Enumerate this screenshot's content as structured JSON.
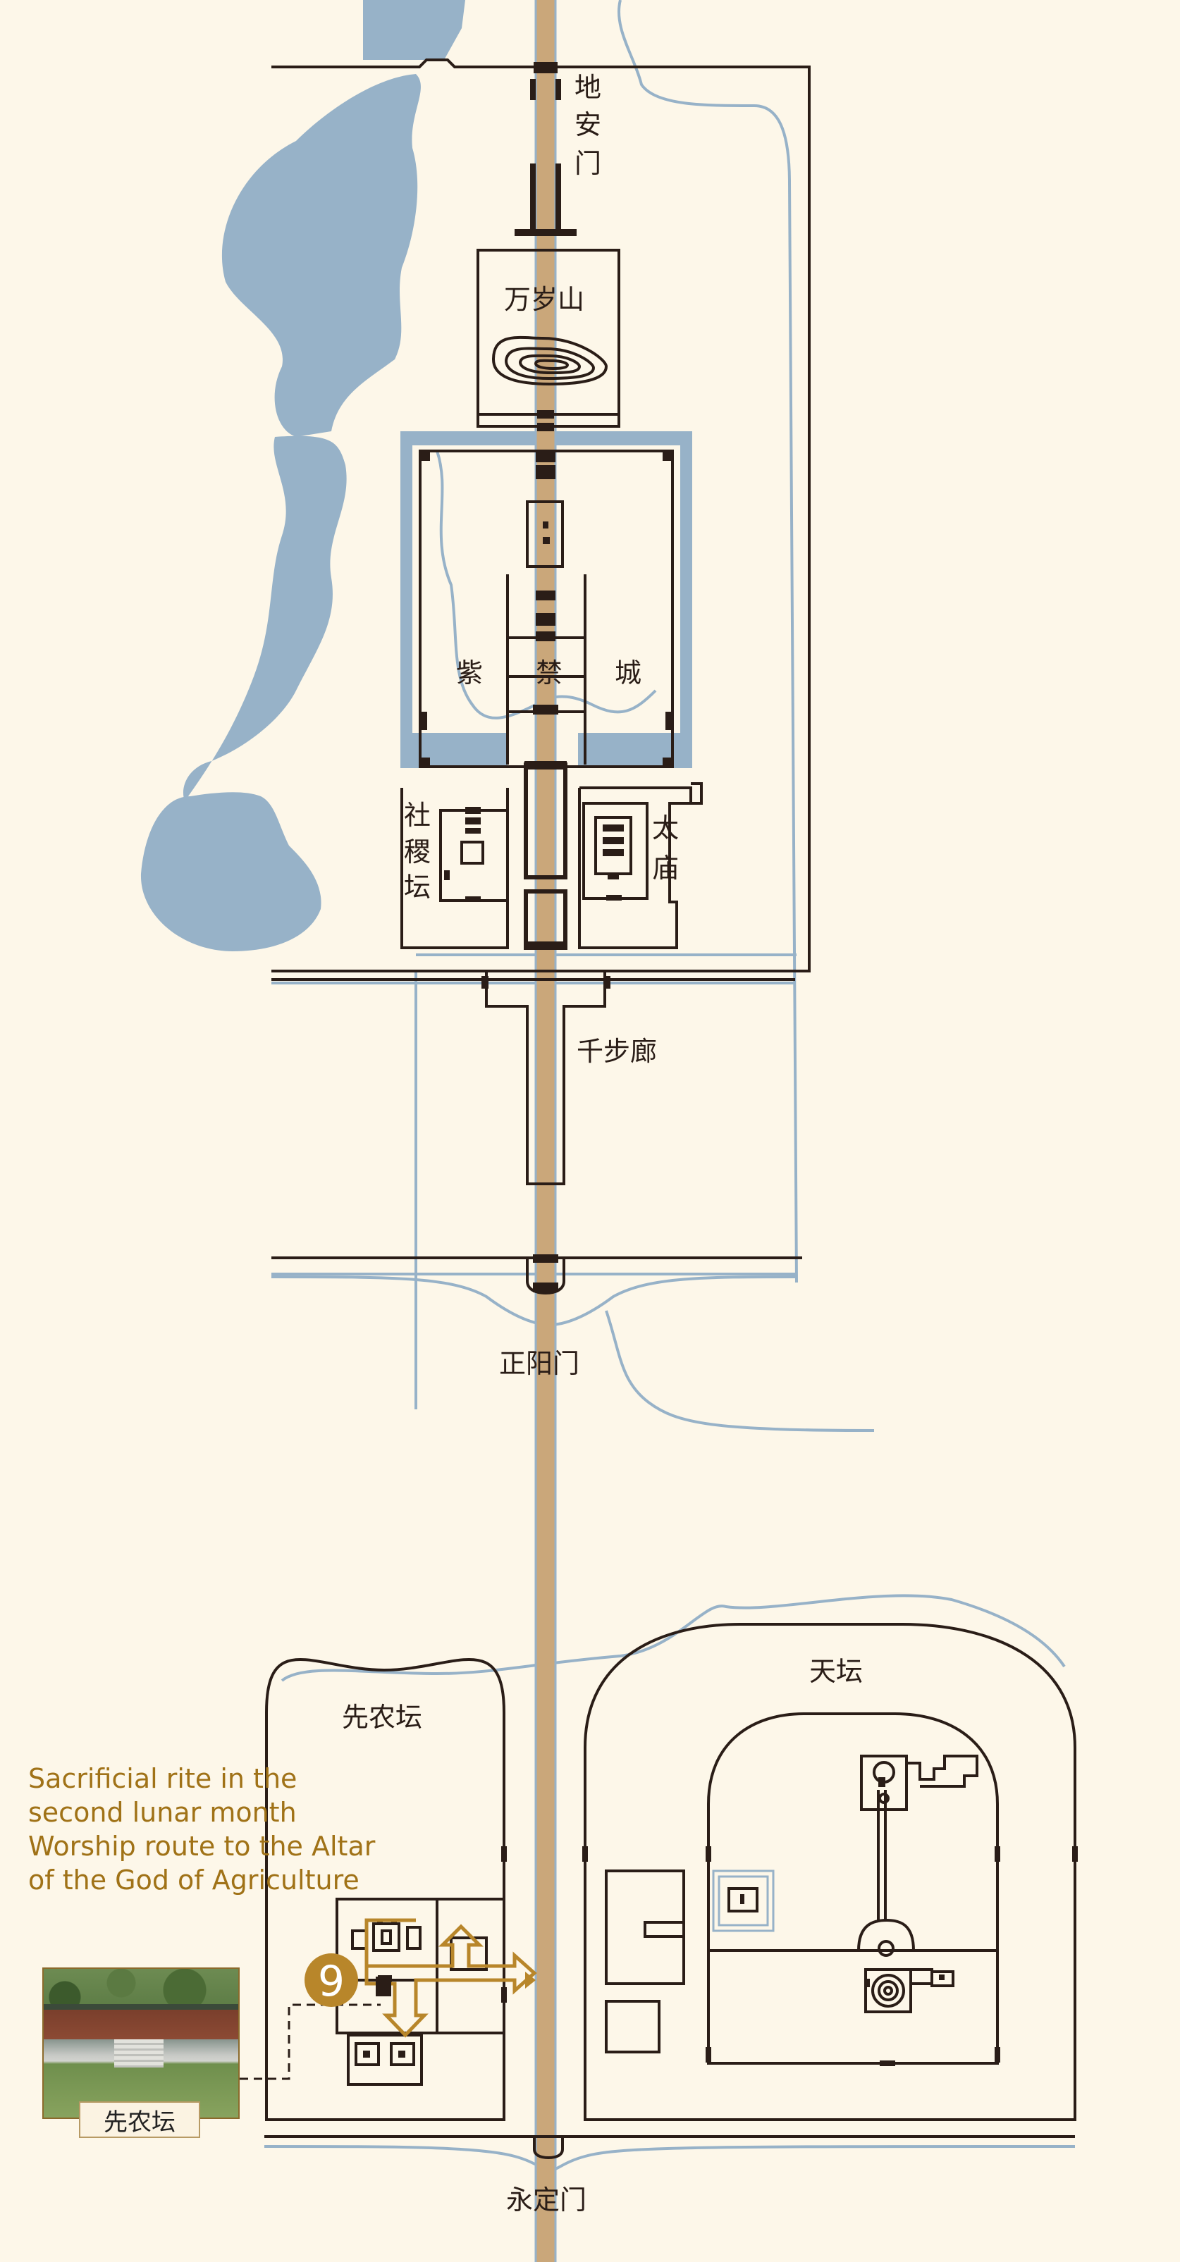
{
  "labels": {
    "di_an_men": [
      "地",
      "安",
      "门"
    ],
    "wan_sui_shan": "万岁山",
    "zi": "紫",
    "jin": "禁",
    "cheng": "城",
    "she_ji_tan": [
      "社",
      "稷",
      "坛"
    ],
    "tai_miao": [
      "太",
      "庙"
    ],
    "qian_bu_lang": "千步廊",
    "zheng_yang_men": "正阳门",
    "tian_tan": "天坛",
    "xian_nong_tan": "先农坛",
    "yong_ding_men": "永定门"
  },
  "route_caption": {
    "lines": [
      "Sacrificial rite in the",
      "second lunar month",
      "Worship route to the Altar",
      "of the God of Agriculture"
    ]
  },
  "marker": {
    "number": "9"
  },
  "photo": {
    "caption": "先农坛"
  },
  "colors": {
    "background": "#fdf7e9",
    "water": "#97b2c8",
    "axis": "#caa77a",
    "ink": "#2a1d17",
    "accent": "#b8862a",
    "caption": "#a07217"
  }
}
